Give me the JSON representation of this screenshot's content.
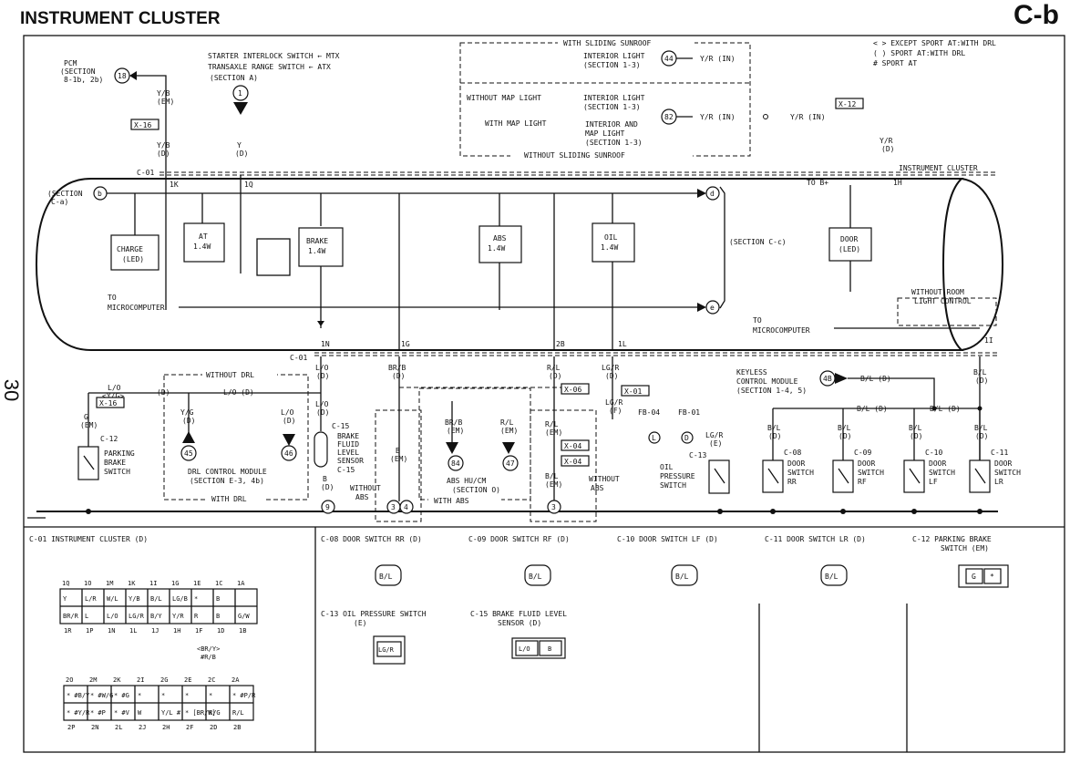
{
  "header": {
    "title": "INSTRUMENT CLUSTER",
    "section_code": "C-b",
    "page_number": "30"
  },
  "legend": [
    "< > EXCEPT SPORT AT:WITH DRL",
    "( ) SPORT AT:WITH DRL",
    "# SPORT AT"
  ],
  "top": {
    "pcm": [
      "PCM",
      "(SECTION",
      "8-1b, 2b)"
    ],
    "pcm_num": "18",
    "starter": [
      "STARTER INTERLOCK SWITCH ← MTX",
      "TRANSAXLE RANGE SWITCH ← ATX",
      "(SECTION A)"
    ],
    "starter_num": "1",
    "sunroof_top": "WITH SLIDING SUNROOF",
    "interior_light": [
      "INTERIOR LIGHT",
      "(SECTION 1-3)"
    ],
    "num_44": "44",
    "yr_in": "Y/R (IN)",
    "without_map": "WITHOUT MAP LIGHT",
    "interior_light_2": [
      "INTERIOR LIGHT",
      "(SECTION 1-3)"
    ],
    "with_map": "WITH MAP LIGHT",
    "interior_map": [
      "INTERIOR AND",
      "MAP LIGHT",
      "(SECTION 1-3)"
    ],
    "num_82": "82",
    "without_sunroof": "WITHOUT SLIDING SUNROOF",
    "x12": "X-12",
    "x16": "X-16",
    "yb_em": [
      "Y/B",
      "(EM)"
    ],
    "yb_d": [
      "Y/B",
      "(D)"
    ],
    "y_d": [
      "Y",
      "(D)"
    ],
    "yr_d": [
      "Y/R",
      "(D)"
    ]
  },
  "cluster": {
    "c01": "C-01",
    "pin_1k": "1K",
    "pin_1q": "1Q",
    "pin_1h": "1H",
    "label": "INSTRUMENT CLUSTER",
    "section_a": [
      "(SECTION",
      "C-a)"
    ],
    "b_node": "b",
    "d_node": "d",
    "e_node": "e",
    "charge": [
      "CHARGE",
      "(LED)"
    ],
    "at": [
      "AT",
      "1.4W"
    ],
    "brake": [
      "BRAKE",
      "1.4W"
    ],
    "abs": [
      "ABS",
      "1.4W"
    ],
    "oil": [
      "OIL",
      "1.4W"
    ],
    "section_cc": "(SECTION C-c)",
    "to_b": "TO B+",
    "door": [
      "DOOR",
      "(LED)"
    ],
    "to_micro_l": [
      "TO",
      "MICROCOMPUTER"
    ],
    "to_micro_r": [
      "TO",
      "MICROCOMPUTER"
    ],
    "without_room": [
      "WITHOUT ROOM",
      "LIGHT CONTROL"
    ],
    "pin_1n": "1N",
    "pin_1g": "1G",
    "pin_2b": "2B",
    "pin_1l": "1L",
    "pin_1i": "1I"
  },
  "lower": {
    "lo_yg": [
      "L/O",
      "<Y/G>"
    ],
    "d_small": "(D)",
    "x16": "X-16",
    "g_em": [
      "G",
      "(EM)"
    ],
    "c12": "C-12",
    "parking": [
      "PARKING",
      "BRAKE",
      "SWITCH"
    ],
    "without_drl": "WITHOUT DRL",
    "lo_d": "L/O (D)",
    "yg_d": [
      "Y/G",
      "(D)"
    ],
    "lo_d2": [
      "L/O",
      "(D)"
    ],
    "num_45": "45",
    "num_46": "46",
    "drl_module": [
      "DRL CONTROL MODULE",
      "(SECTION E-3, 4b)"
    ],
    "with_drl": "WITH DRL",
    "lo_d3": [
      "L/O",
      "(D)"
    ],
    "lo_d4": [
      "L/O",
      "(D)"
    ],
    "c15": "C-15",
    "brake_fluid": [
      "BRAKE",
      "FLUID",
      "LEVEL",
      "SENSOR"
    ],
    "c15b": "C-15",
    "b_d": [
      "B",
      "(D)"
    ],
    "num_9": "9",
    "without_abs": [
      "WITHOUT",
      "ABS"
    ],
    "brb_d": [
      "BR/B",
      "(D)"
    ],
    "b_em": [
      "B",
      "(EM)"
    ],
    "num_3a": "3",
    "num_4": "4",
    "brb_em": [
      "BR/B",
      "(EM)"
    ],
    "rl_em": [
      "R/L",
      "(EM)"
    ],
    "num_84": "84",
    "num_47": "47",
    "abs_hu": [
      "ABS HU/CM",
      "(SECTION O)"
    ],
    "with_abs": "WITH ABS",
    "rl_d": [
      "R/L",
      "(D)"
    ],
    "x06": "X-06",
    "rl_em2": [
      "R/L",
      "(EM)"
    ],
    "x04a": "X-04",
    "x04b": "X-04",
    "bl_em": [
      "B/L",
      "(EM)"
    ],
    "without_abs2": [
      "WITHOUT",
      "ABS"
    ],
    "num_3b": "3",
    "lgr_d": [
      "LG/R",
      "(D)"
    ],
    "x01": "X-01",
    "lgr_f": [
      "LG/R",
      "(F)"
    ],
    "fb04": "FB-04",
    "fb01": "FB-01",
    "fb_l": "L",
    "fb_d": "D",
    "lgr_e": [
      "LG/R",
      "(E)"
    ],
    "c13": "C-13",
    "oil_sw": [
      "OIL",
      "PRESSURE",
      "SWITCH"
    ],
    "keyless": [
      "KEYLESS",
      "CONTROL MODULE",
      "(SECTION 1-4, 5)"
    ],
    "num_48": "4B",
    "bl_d": "B/L (D)",
    "bl_d2": "B/L (D)",
    "bl_d3": "B/L (D)",
    "bl_d4": [
      "B/L",
      "(D)"
    ],
    "door_switches": [
      {
        "wire": [
          "B/L",
          "(D)"
        ],
        "id": "C-08",
        "name": [
          "DOOR",
          "SWITCH",
          "RR"
        ]
      },
      {
        "wire": [
          "B/L",
          "(D)"
        ],
        "id": "C-09",
        "name": [
          "DOOR",
          "SWITCH",
          "RF"
        ]
      },
      {
        "wire": [
          "B/L",
          "(D)"
        ],
        "id": "C-10",
        "name": [
          "DOOR",
          "SWITCH",
          "LF"
        ]
      },
      {
        "wire": [
          "B/L",
          "(D)"
        ],
        "id": "C-11",
        "name": [
          "DOOR",
          "SWITCH",
          "LR"
        ]
      }
    ]
  },
  "connectors": {
    "c01_title": "C-01 INSTRUMENT CLUSTER (D)",
    "c01_top_pins": [
      "1Q",
      "1O",
      "1M",
      "1K",
      "1I",
      "1G",
      "1E",
      "1C",
      "1A"
    ],
    "c01_row1": [
      "Y",
      "L/R",
      "W/L",
      "Y/B",
      "B/L",
      "LG/B",
      "*",
      "B"
    ],
    "c01_row2": [
      "BR/R",
      "L",
      "L/O",
      "LG/R",
      "B/Y",
      "Y/R",
      "R",
      "B",
      "G/W"
    ],
    "c01_bot_pins": [
      "1R",
      "1P",
      "1N",
      "1L",
      "1J",
      "1H",
      "1F",
      "1D",
      "1B"
    ],
    "c01b_note": [
      "<BR/Y>",
      "#R/B"
    ],
    "c01b_top_pins": [
      "2O",
      "2M",
      "2K",
      "2I",
      "2G",
      "2E",
      "2C",
      "2A"
    ],
    "c01b_row1": [
      "* #B/Y",
      "* #W/G",
      "* #G",
      "*",
      "*",
      "*",
      "*",
      "* #P/R"
    ],
    "c01b_row2": [
      "* #Y/R",
      "* #P",
      "* #V",
      "W",
      "Y/L #",
      "* [BR/W]",
      "R/G",
      "R/L"
    ],
    "c01b_bot_pins": [
      "2P",
      "2N",
      "2L",
      "2J",
      "2H",
      "2F",
      "2D",
      "2B"
    ],
    "c08": {
      "title": "C-08 DOOR SWITCH RR (D)",
      "pin": "B/L"
    },
    "c09": {
      "title": "C-09 DOOR SWITCH RF (D)",
      "pin": "B/L"
    },
    "c10": {
      "title": "C-10 DOOR SWITCH LF (D)",
      "pin": "B/L"
    },
    "c11": {
      "title": "C-11 DOOR SWITCH LR (D)",
      "pin": "B/L"
    },
    "c12": {
      "title": [
        "C-12 PARKING BRAKE",
        "SWITCH (EM)"
      ],
      "pins": [
        "G",
        "*"
      ]
    },
    "c13": {
      "title": [
        "C-13 OIL PRESSURE SWITCH",
        "(E)"
      ],
      "pin": "LG/R"
    },
    "c15": {
      "title": [
        "C-15 BRAKE FLUID LEVEL",
        "SENSOR (D)"
      ],
      "pins": [
        "L/O",
        "B"
      ]
    }
  }
}
